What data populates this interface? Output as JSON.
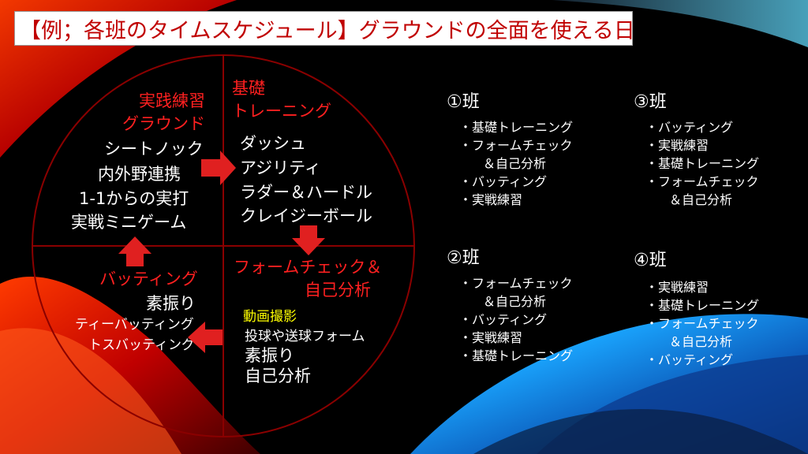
{
  "title": "【例；各班のタイムスケジュール】グラウンドの全面を使える日",
  "cycle": {
    "practice": {
      "heading": "実践練習",
      "subheading": "グラウンド",
      "items": [
        "シートノック",
        "内外野連携",
        "1-1からの実打",
        "実戦ミニゲーム"
      ]
    },
    "training": {
      "heading_line1": "基礎",
      "heading_line2": "トレーニング",
      "items": [
        "ダッシュ",
        "アジリティ",
        "ラダー＆ハードル",
        "クレイジーボール"
      ]
    },
    "form_check": {
      "heading_line1": "フォームチェック＆",
      "heading_line2": "自己分析",
      "video": "動画撮影",
      "items": [
        "投球や送球フォーム",
        "素振り",
        "自己分析"
      ]
    },
    "batting": {
      "heading": "バッティング",
      "items": [
        "素振り",
        "ティーバッティング",
        "トスバッティング"
      ]
    }
  },
  "teams": [
    {
      "name": "①班",
      "items": [
        "・基礎トレーニング",
        "・フォームチェック",
        "＆自己分析",
        "・バッティング",
        "・実戦練習"
      ]
    },
    {
      "name": "②班",
      "items": [
        "・フォームチェック",
        "＆自己分析",
        "・バッティング",
        "・実戦練習",
        "・基礎トレーニング"
      ]
    },
    {
      "name": "③班",
      "items": [
        "・バッティング",
        "・実戦練習",
        "・基礎トレーニング",
        "・フォームチェック",
        "＆自己分析"
      ]
    },
    {
      "name": "④班",
      "items": [
        "・実戦練習",
        "・基礎トレーニング",
        "・フォームチェック",
        "＆自己分析",
        "・バッティング"
      ]
    }
  ],
  "colors": {
    "heading": "#ff2020",
    "text": "#ffffff",
    "highlight": "#ffff00",
    "arrow": "#e02020"
  }
}
